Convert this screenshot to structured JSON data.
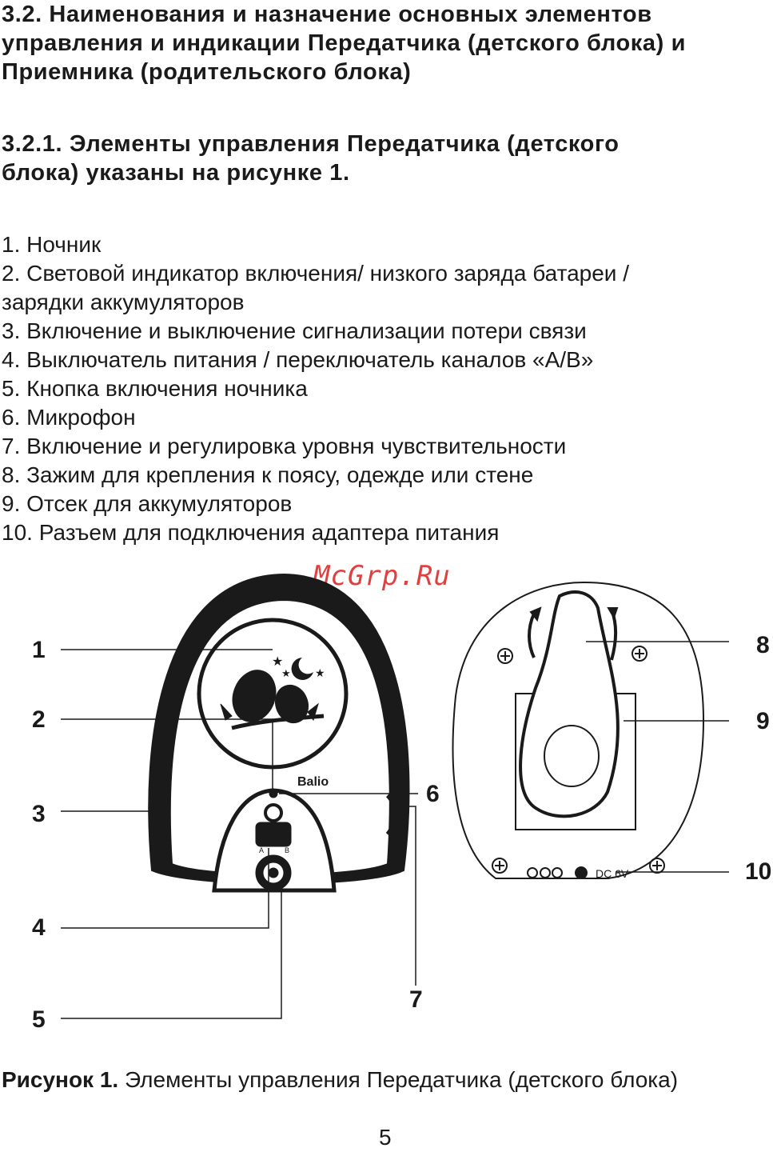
{
  "heading_main": "3.2. Наименования и назначение основных элементов\nуправления и индикации Передатчика (детского блока) и\nПриемника (родительского блока)",
  "heading_sub": "3.2.1. Элементы управления Передатчика (детского\nблока)  указаны на рисунке 1.",
  "items": [
    "1. Ночник",
    "2. Световой индикатор включения/ низкого заряда батареи /",
    "зарядки аккумуляторов",
    "3. Включение и выключение сигнализации потери связи",
    "4. Выключатель питания / переключатель каналов «A/B»",
    "5. Кнопка включения ночника",
    "6. Микрофон",
    "7. Включение и регулировка уровня чувствительности",
    "8. Зажим для крепления к поясу, одежде или стене",
    "9. Отсек для аккумуляторов",
    "10. Разъем для подключения адаптера питания"
  ],
  "watermark": "McGrp.Ru",
  "figure": {
    "brand": "Balio",
    "switch_a": "A",
    "switch_b": "B",
    "dc_label": "DC 6V",
    "callouts": [
      "1",
      "2",
      "3",
      "4",
      "5",
      "6",
      "7",
      "8",
      "9",
      "10"
    ]
  },
  "caption_bold": "Рисунок 1.",
  "caption_text": " Элементы управления Передатчика (детского блока)",
  "page_number": "5"
}
